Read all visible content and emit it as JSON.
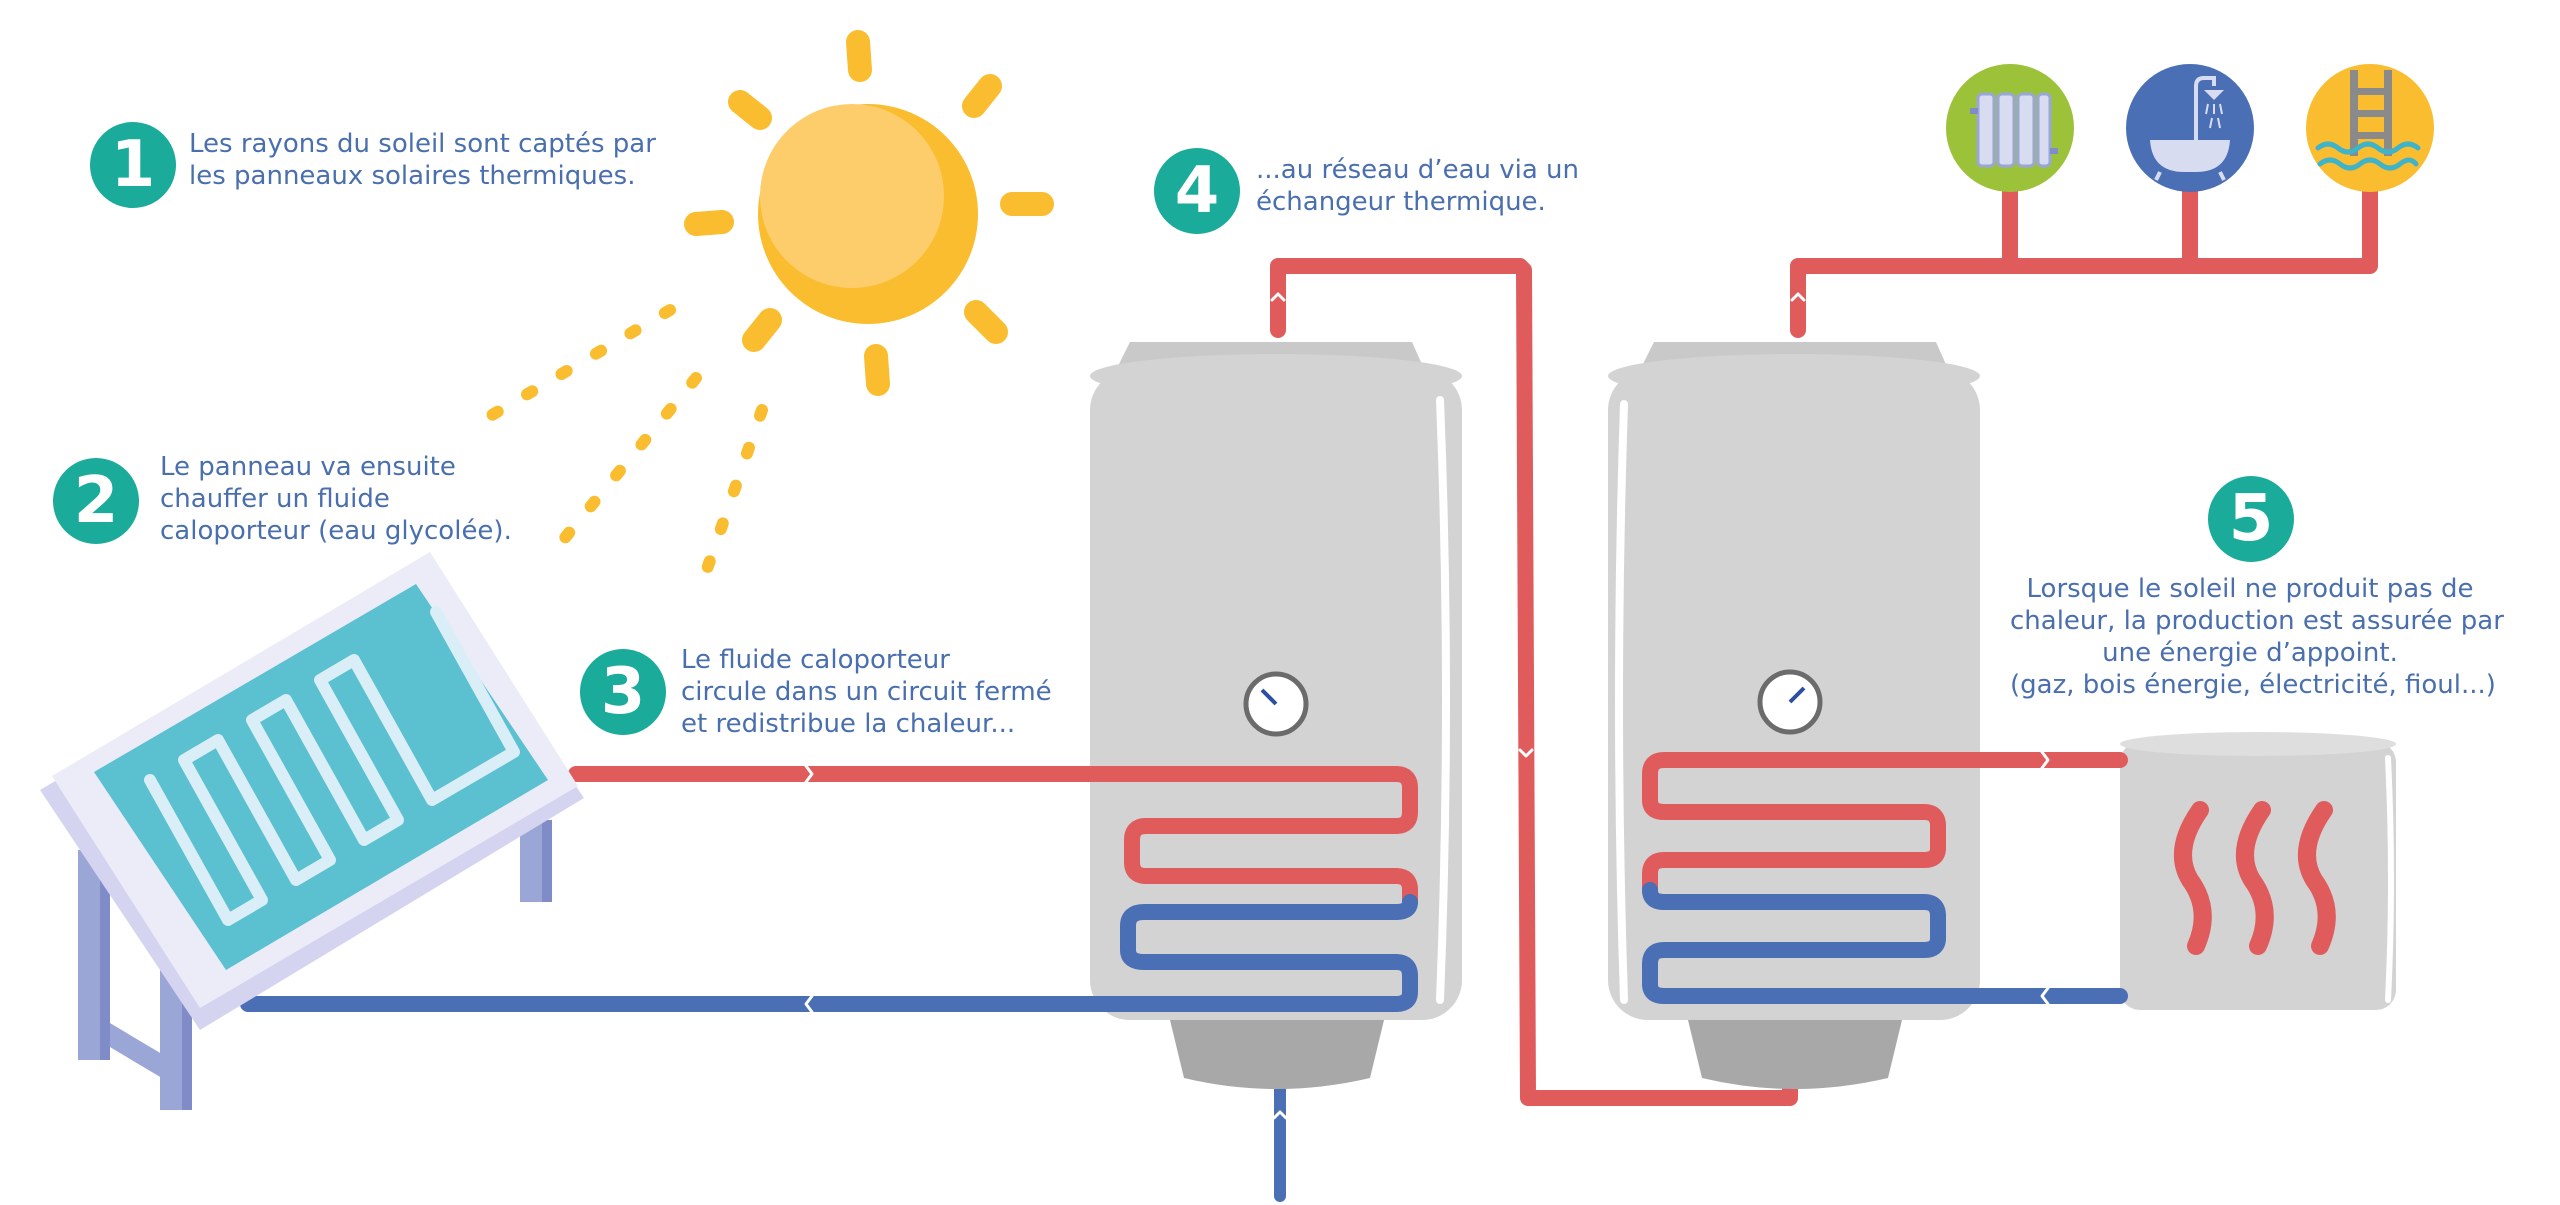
{
  "colors": {
    "badge": "#1aab9b",
    "text": "#4a6fae",
    "hot_pipe": "#e05b5c",
    "cold_pipe": "#4a6fb5",
    "sun": "#fbbd30",
    "sun_inner": "#fdcd6b",
    "tank": "#d3d3d3",
    "tank_dark": "#a8a8a8",
    "panel_water": "#5bc0d0",
    "radiator_bg": "#9cc23a",
    "shower_bg": "#4a6fb5",
    "pool_bg": "#fbbd30"
  },
  "steps": [
    {
      "number": "1",
      "lines": [
        "Les rayons du soleil sont captés par",
        "les panneaux solaires thermiques."
      ]
    },
    {
      "number": "2",
      "lines": [
        "Le panneau va ensuite",
        "chauffer un fluide",
        "caloporteur (eau glycolée)."
      ]
    },
    {
      "number": "3",
      "lines": [
        "Le fluide caloporteur",
        "circule dans un circuit fermé",
        "et redistribue la chaleur..."
      ]
    },
    {
      "number": "4",
      "lines": [
        "...au réseau d’eau via un",
        "échangeur thermique."
      ]
    },
    {
      "number": "5",
      "lines": [
        "Lorsque le soleil ne produit pas de",
        "chaleur, la production est assurée par",
        "une énergie d’appoint.",
        "(gaz, bois énergie, électricité, fioul...)"
      ]
    }
  ],
  "icons": {
    "sun": "sun-icon",
    "solar_panel": "solar-panel-icon",
    "radiator": "radiator-icon",
    "shower": "shower-bathtub-icon",
    "pool": "pool-ladder-icon",
    "heater": "heat-waves-icon",
    "gauge": "gauge-icon"
  }
}
